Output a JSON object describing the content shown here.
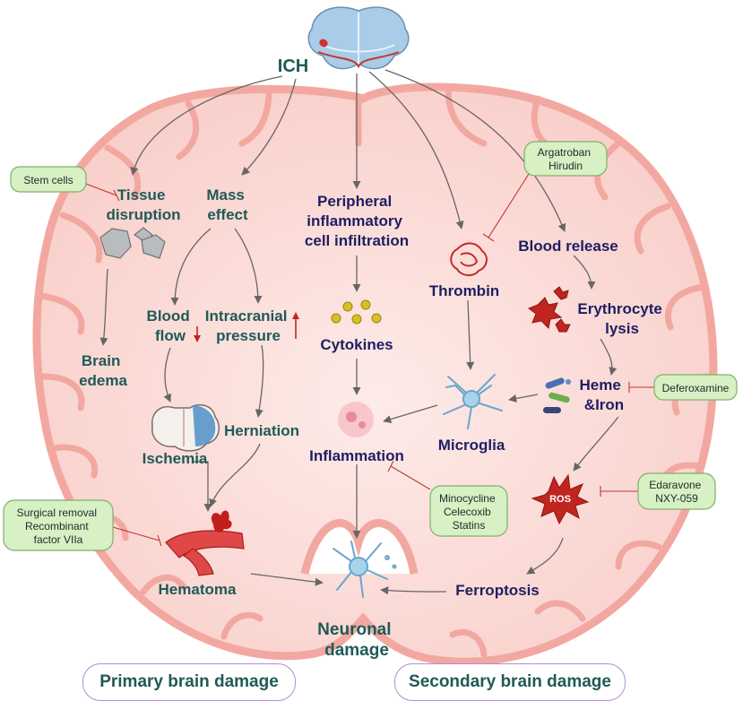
{
  "nodes": {
    "ich": "ICH",
    "tissue": [
      "Tissue",
      "disruption"
    ],
    "mass": [
      "Mass",
      "effect"
    ],
    "peripheral": [
      "Peripheral",
      "inflammatory",
      "cell infiltration"
    ],
    "thrombin": "Thrombin",
    "blood_release": "Blood release",
    "brain_edema": [
      "Brain",
      "edema"
    ],
    "blood_flow": [
      "Blood",
      "flow"
    ],
    "icp": [
      "Intracranial",
      "pressure"
    ],
    "cytokines": "Cytokines",
    "erythrocyte": [
      "Erythrocyte",
      "lysis"
    ],
    "heme": [
      "Heme",
      "&Iron"
    ],
    "ischemia": "Ischemia",
    "herniation": "Herniation",
    "inflammation": "Inflammation",
    "microglia": "Microglia",
    "ros": "ROS",
    "hematoma": "Hematoma",
    "ferroptosis": "Ferroptosis",
    "neuronal": [
      "Neuronal",
      "damage"
    ]
  },
  "drugs": {
    "stem_cells": "Stem cells",
    "argatroban": [
      "Argatroban",
      "Hirudin"
    ],
    "deferoxamine": "Deferoxamine",
    "edaravone": [
      "Edaravone",
      "NXY-059"
    ],
    "minocycline": [
      "Minocycline",
      "Celecoxib",
      "Statins"
    ],
    "surgical": [
      "Surgical removal",
      "Recombinant",
      "factor VIIa"
    ]
  },
  "footer": {
    "primary": "Primary brain damage",
    "secondary": "Secondary brain damage"
  },
  "colors": {
    "brain_fill": "#fbd9d5",
    "brain_stroke": "#f2a8a1",
    "teal_text": "#1f5a57",
    "navy_text": "#1f1e63",
    "drug_box": "#d7f0c4",
    "drug_border": "#7fb069",
    "inhibit_line": "#c0392b",
    "footer_border": "#b48ad0"
  },
  "icons": [
    "brain-coronal-icon",
    "tissue-fragment-icon",
    "brain-ischemia-icon",
    "hematoma-vessel-icon",
    "cytokine-dots-icon",
    "inflammation-cell-icon",
    "thrombin-icon",
    "microglia-icon",
    "erythrocyte-icon",
    "heme-iron-icon",
    "ros-icon",
    "neuron-icon"
  ]
}
